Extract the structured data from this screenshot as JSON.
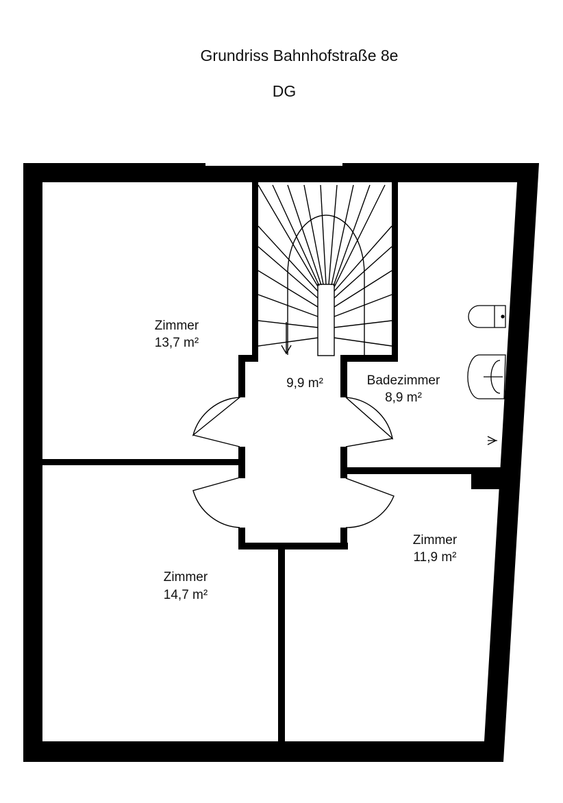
{
  "header": {
    "title": "Grundriss Bahnhofstraße 8e",
    "floor": "DG"
  },
  "rooms": [
    {
      "name": "Zimmer",
      "area": "13,7 m²"
    },
    {
      "name": "",
      "area": "9,9 m²"
    },
    {
      "name": "Badezimmer",
      "area": "8,9 m²"
    },
    {
      "name": "Zimmer",
      "area": "11,9 m²"
    },
    {
      "name": "Zimmer",
      "area": "14,7 m²"
    }
  ],
  "colors": {
    "wall": "#000000",
    "background": "#ffffff"
  }
}
